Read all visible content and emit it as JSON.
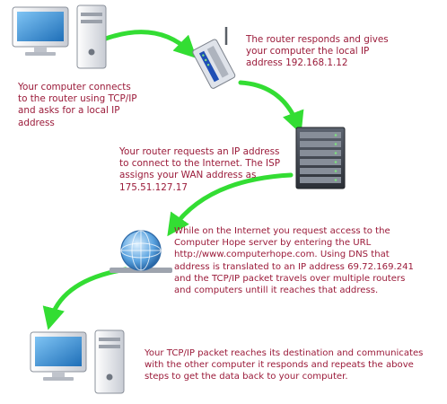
{
  "steps": [
    {
      "text": "Your computer connects\nto the router using TCP/IP\nand asks for a local IP\naddress"
    },
    {
      "text": "The router responds and gives\nyour computer the local IP\naddress 192.168.1.12"
    },
    {
      "text": "Your router requests an IP address\nto connect to the Internet. The ISP\nassigns your WAN address as\n175.51.127.17"
    },
    {
      "text": "While on the Internet you request access to the\nComputer Hope server by entering the URL\nhttp://www.computerhope.com. Using DNS that\naddress is translated to an IP address 69.72.169.241\nand the TCP/IP packet travels over multiple routers\nand computers untill it reaches that address."
    },
    {
      "text": "Your TCP/IP packet reaches its destination and communicates\nwith the other computer it responds and repeats the above\nsteps to get the data back to your computer."
    }
  ],
  "colors": {
    "text": "#9b1b3a",
    "arrow": "#33dd33"
  },
  "icons": [
    "desktop-computer-icon",
    "router-icon",
    "server-rack-icon",
    "internet-globe-icon",
    "desktop-computer-icon"
  ]
}
